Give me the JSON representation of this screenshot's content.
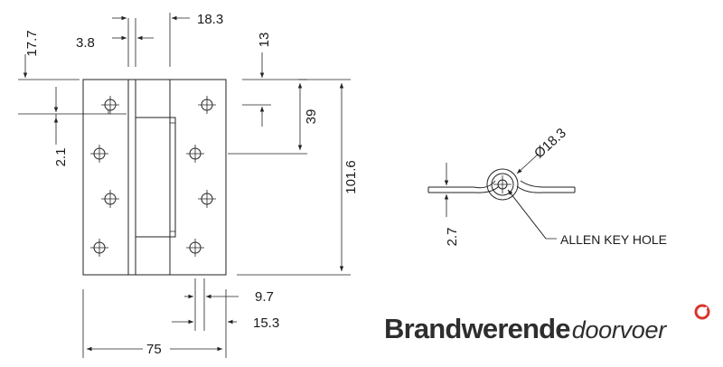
{
  "dimensions": {
    "d_17_7": "17.7",
    "d_3_8": "3.8",
    "d_18_3": "18.3",
    "d_13": "13",
    "d_39": "39",
    "d_2_1": "2.1",
    "d_101_6": "101.6",
    "d_9_7": "9.7",
    "d_15_3": "15.3",
    "d_75": "75",
    "d_dia_18_3": "Ø18.3",
    "d_2_7": "2.7"
  },
  "labels": {
    "allen_key_hole": "ALLEN KEY HOLE"
  },
  "brand": {
    "bold": "Brandwerende",
    "light": "doorvoer",
    "mark_color": "#d9352b"
  }
}
